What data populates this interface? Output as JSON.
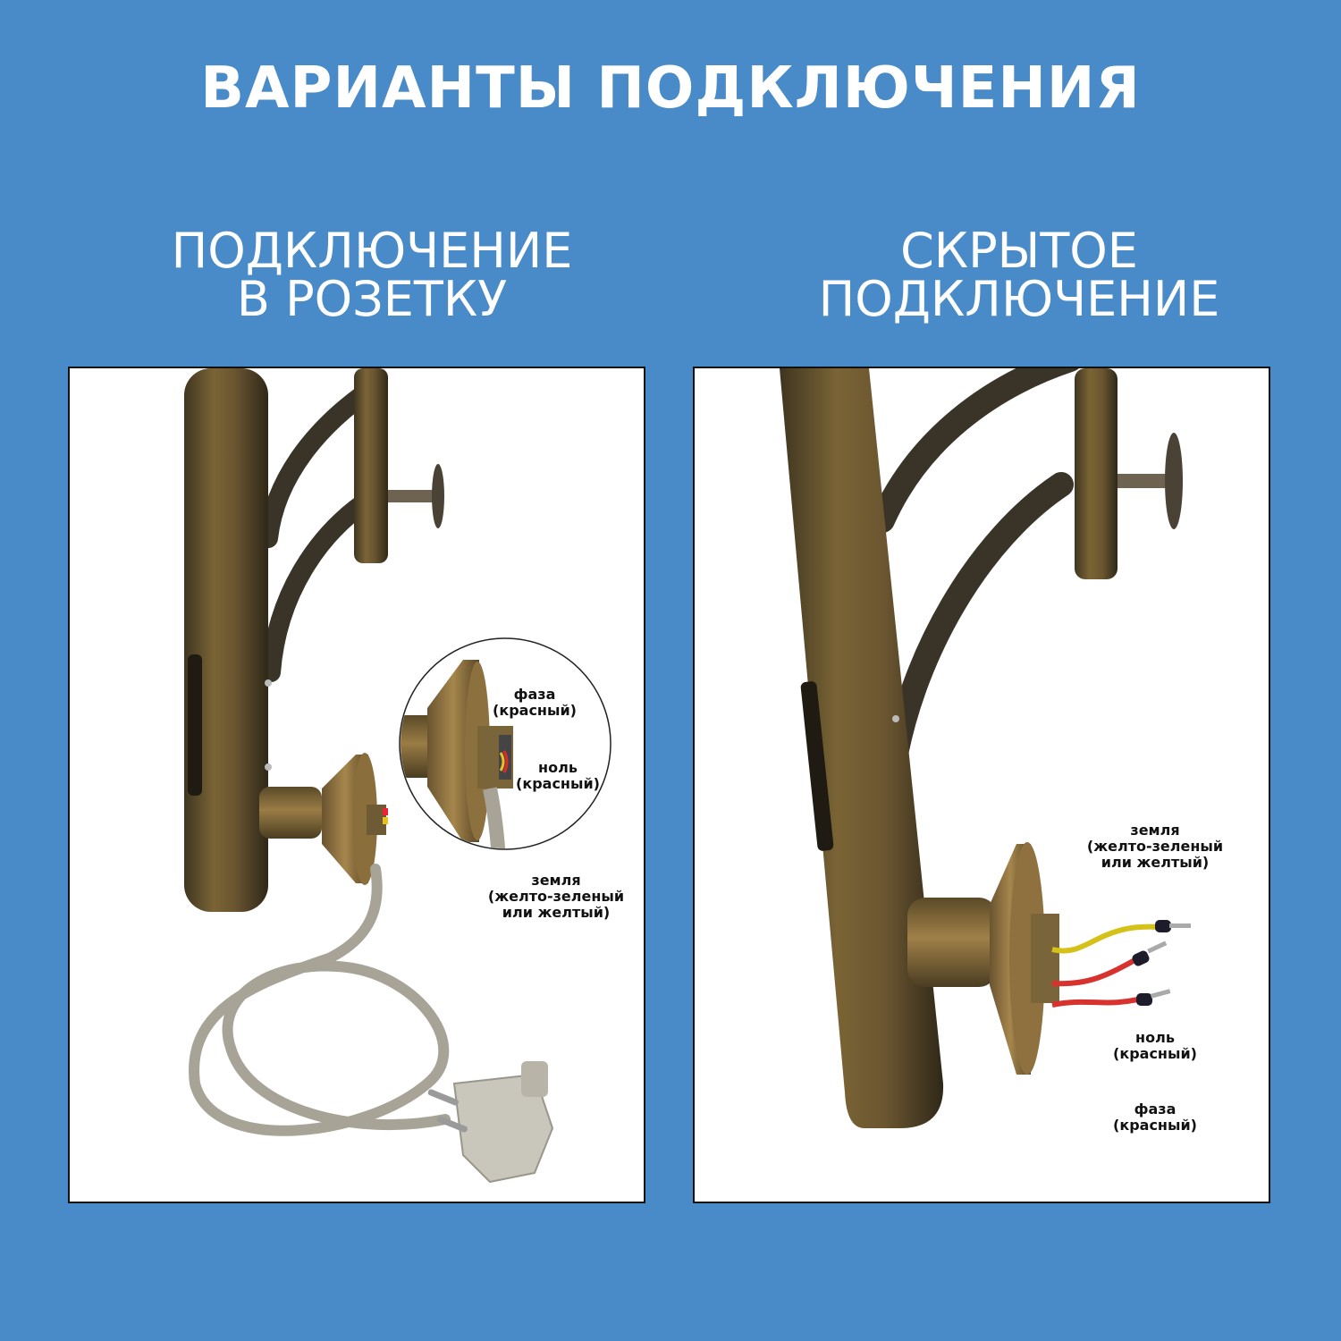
{
  "page": {
    "title": "ВАРИАНТЫ ПОДКЛЮЧЕНИЯ",
    "background_color": "#498bc8"
  },
  "left_option": {
    "heading_line1": "ПОДКЛЮЧЕНИЕ",
    "heading_line2": "В РОЗЕТКУ",
    "image_alt": "heated towel rail with power cable and plug",
    "labels": {
      "phase": {
        "name": "фаза",
        "color": "(красный)"
      },
      "neutral": {
        "name": "ноль",
        "color": "(красный)"
      },
      "ground": {
        "name": "земля",
        "color_line1": "(желто-зеленый",
        "color_line2": "или желтый)"
      }
    }
  },
  "right_option": {
    "heading_line1": "СКРЫТОЕ",
    "heading_line2": "ПОДКЛЮЧЕНИЕ",
    "image_alt": "heated towel rail with exposed wires",
    "labels": {
      "ground": {
        "name": "земля",
        "color_line1": "(желто-зеленый",
        "color_line2": "или желтый)"
      },
      "neutral": {
        "name": "ноль",
        "color": "(красный)"
      },
      "phase": {
        "name": "фаза",
        "color": "(красный)"
      }
    },
    "wire_colors": {
      "ground": "#d4c21a",
      "neutral": "#d8322e",
      "phase": "#d8322e"
    }
  }
}
